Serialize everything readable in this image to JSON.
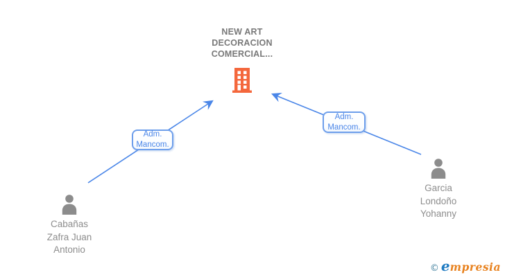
{
  "diagram": {
    "type": "corporate-relationship-graph",
    "company": {
      "name": "NEW ART DECORACION COMERCIAL...",
      "icon": "building-icon"
    },
    "people": [
      {
        "name": "Cabañas Zafra Juan Antonio",
        "icon": "person-icon"
      },
      {
        "name": "Garcia Londoño Yohanny",
        "icon": "person-icon"
      }
    ],
    "edges": [
      {
        "from": "Cabañas Zafra Juan Antonio",
        "to": "NEW ART DECORACION COMERCIAL...",
        "label": "Adm. Mancom.",
        "direction": "person-to-company"
      },
      {
        "from": "Garcia Londoño Yohanny",
        "to": "NEW ART DECORACION COMERCIAL...",
        "label": "Adm. Mancom.",
        "direction": "person-to-company"
      }
    ]
  },
  "logo": {
    "copyright": "©",
    "brand_initial": "e",
    "brand_rest": "mpresia"
  },
  "colors": {
    "edge_blue": "#4a86e8",
    "edge_label_border": "#6d9eeb",
    "edge_label_text": "#4a86e8",
    "building_orange": "#f4673c",
    "company_title_gray": "#787878",
    "person_name_gray": "#8d8d8d",
    "person_icon_gray": "#8c8c8c",
    "logo_copyright_teal": "#41809e",
    "logo_blue": "#1f7bc2",
    "logo_orange": "#e8821f"
  }
}
